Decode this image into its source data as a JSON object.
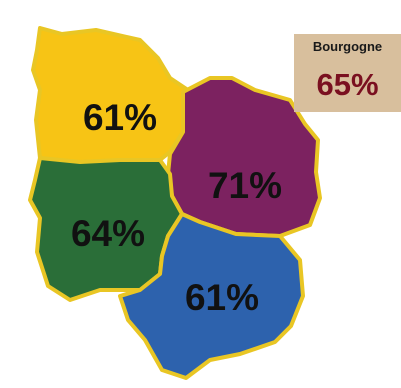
{
  "summary": {
    "title": "Bourgogne",
    "value": "65%",
    "color": "#7a1020",
    "background": "#d8bf9d"
  },
  "regions": [
    {
      "id": "yonne",
      "label": "61%",
      "color": "#f7c415"
    },
    {
      "id": "cote-d-or",
      "label": "71%",
      "color": "#7c2260"
    },
    {
      "id": "nievre",
      "label": "64%",
      "color": "#2a6e38"
    },
    {
      "id": "saone-et-loire",
      "label": "61%",
      "color": "#2d62ad"
    }
  ],
  "border_color": "#e9c624"
}
